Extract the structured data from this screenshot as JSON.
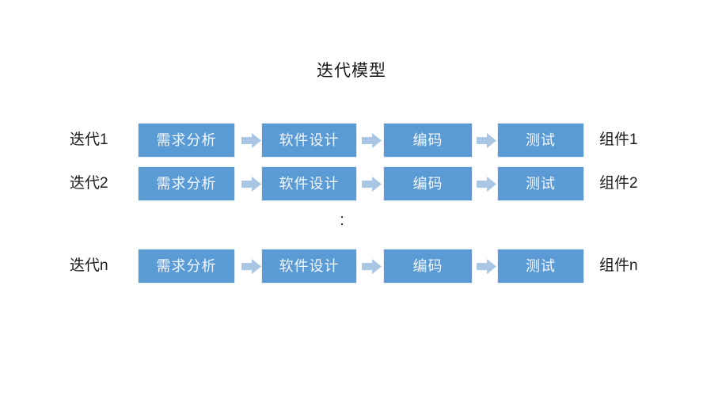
{
  "slide": {
    "background_color": "#ffffff",
    "title": "迭代模型"
  },
  "theme": {
    "box_fill": "#5B9BD5",
    "box_text_color": "#f3f7fb",
    "box_border_color": "#e8eef5",
    "arrow_fill": "#A9C6E4",
    "label_color": "#1a1a1a"
  },
  "stage_names": [
    "需求分析",
    "软件设计",
    "编码",
    "测试"
  ],
  "arrow_icon": "right-arrow-icon",
  "ellipsis": ":",
  "rows": [
    {
      "left_label": "迭代1",
      "right_label": "组件1",
      "stages": [
        "需求分析",
        "软件设计",
        "编码",
        "测试"
      ]
    },
    {
      "left_label": "迭代2",
      "right_label": "组件2",
      "stages": [
        "需求分析",
        "软件设计",
        "编码",
        "测试"
      ]
    },
    {
      "left_label": "迭代n",
      "right_label": "组件n",
      "stages": [
        "需求分析",
        "软件设计",
        "编码",
        "测试"
      ]
    }
  ]
}
